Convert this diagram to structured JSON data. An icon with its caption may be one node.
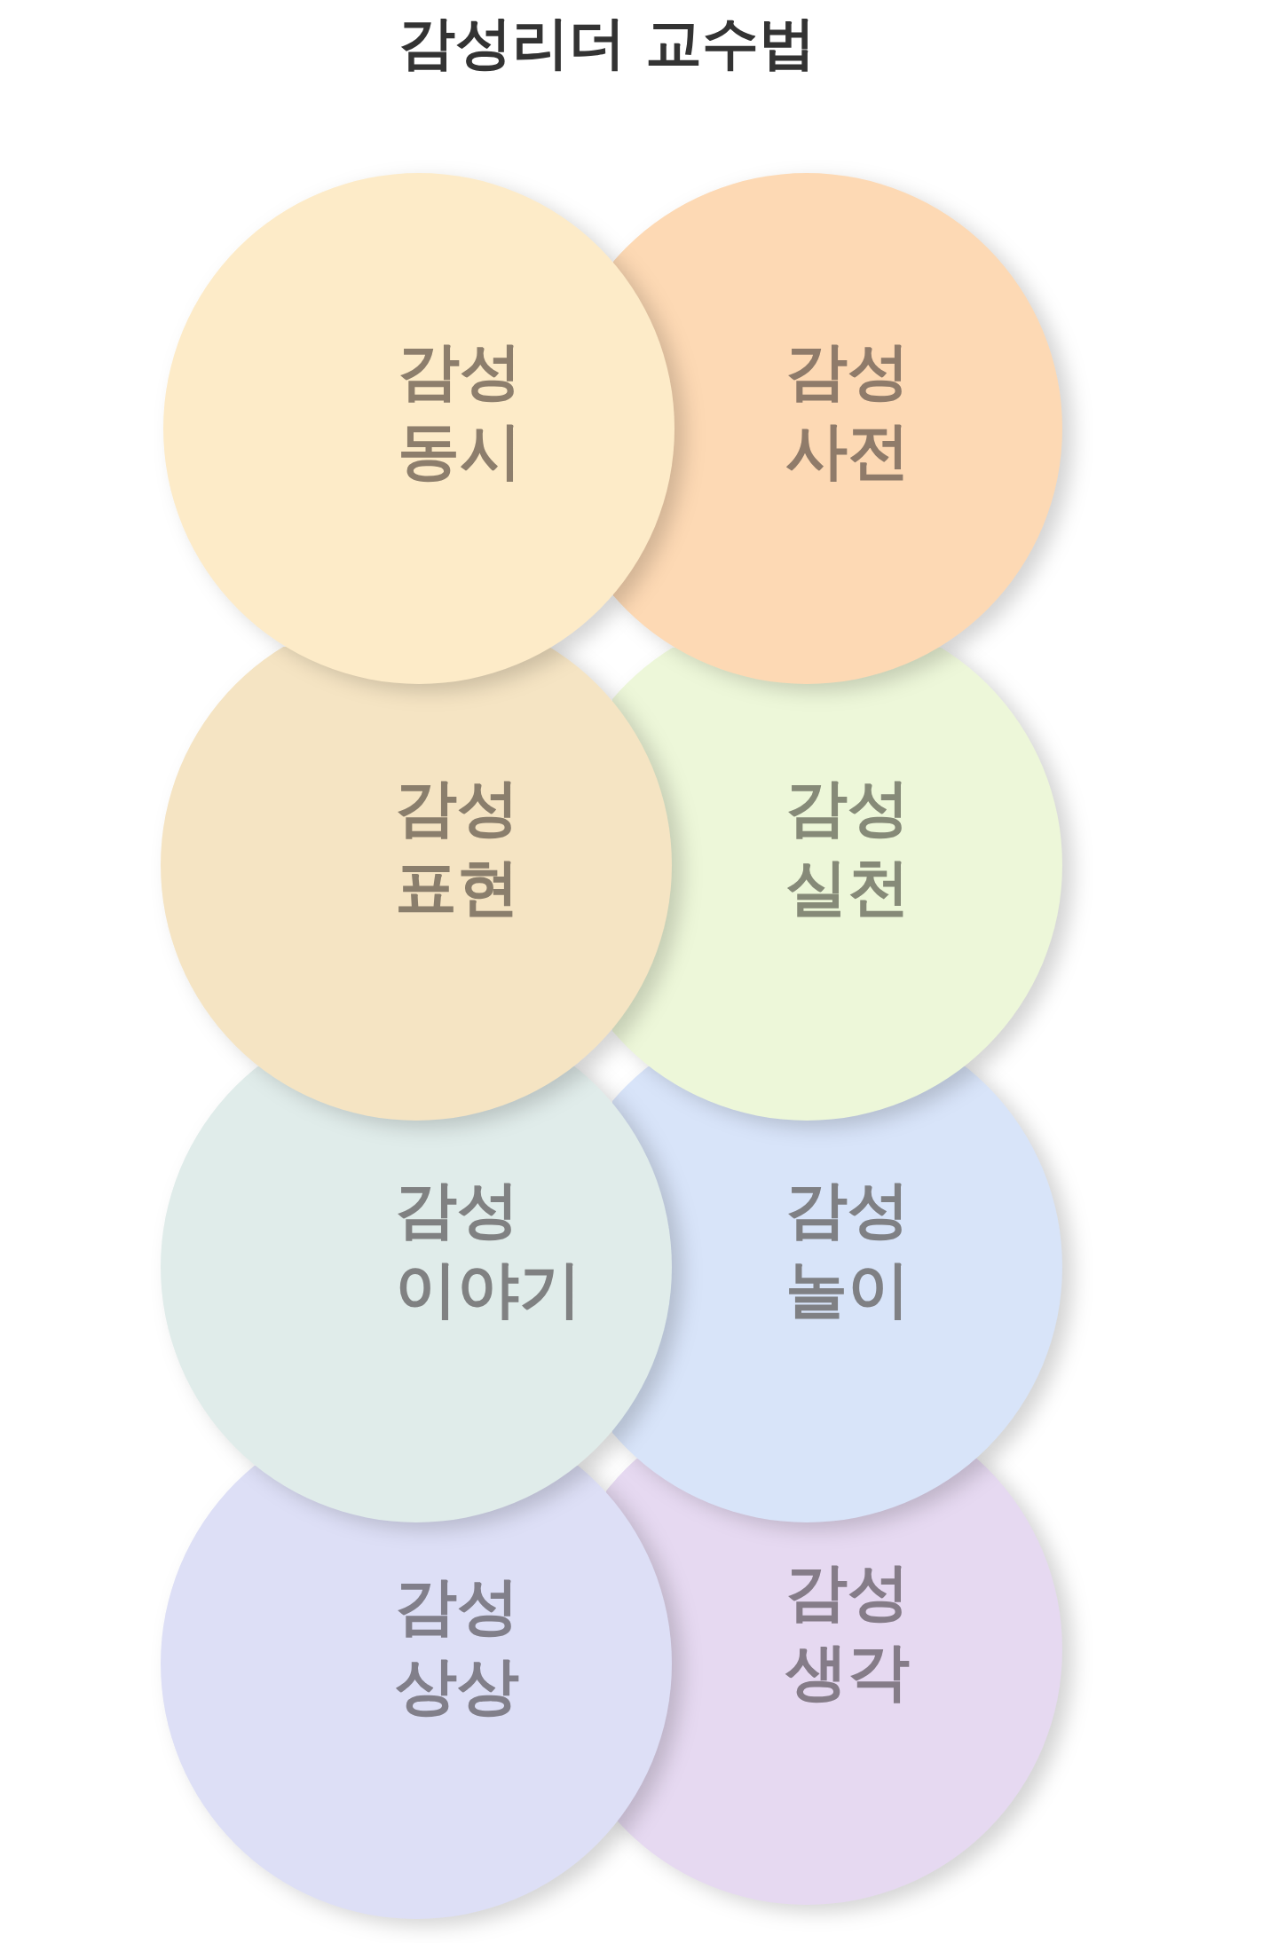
{
  "diagram": {
    "title": "감성리더 교수법",
    "nodes": [
      {
        "text": [
          "감성 동시"
        ]
      },
      {
        "text": [
          "감성 사전"
        ]
      },
      {
        "text": [
          "감성 표현"
        ]
      },
      {
        "text": [
          "감성 실천"
        ]
      },
      {
        "text": [
          "감성 이야기"
        ]
      },
      {
        "text": [
          "감성 놀이"
        ]
      },
      {
        "text": [
          "감성 상상"
        ]
      },
      {
        "text": [
          "감성 생각"
        ]
      }
    ]
  }
}
